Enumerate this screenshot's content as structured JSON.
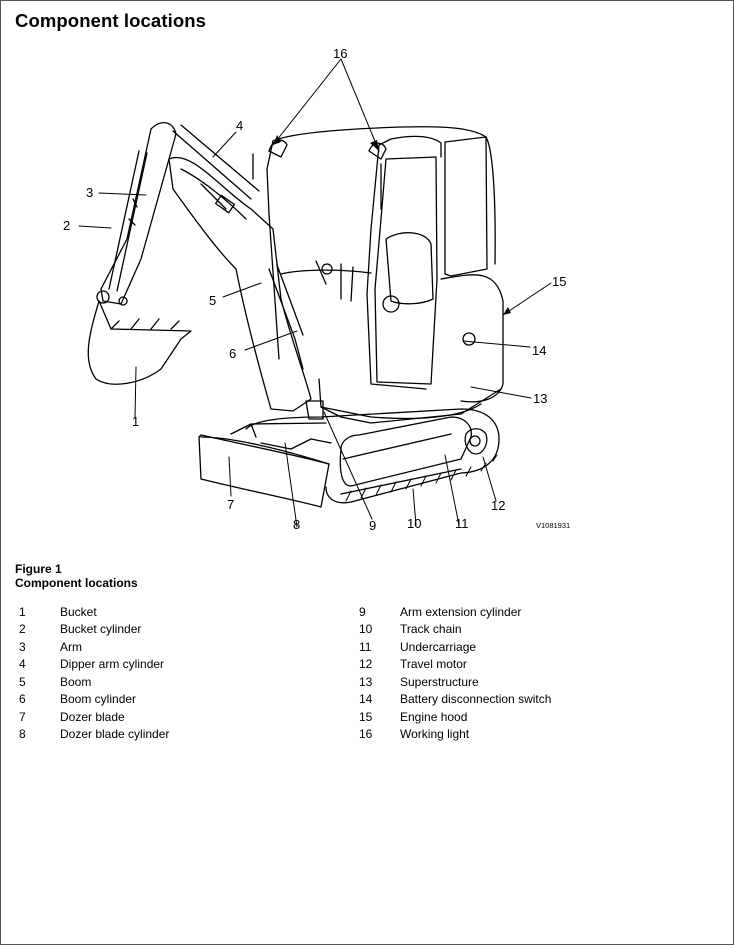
{
  "page": {
    "title": "Component locations"
  },
  "figure": {
    "code": "V1081931",
    "callouts": [
      "1",
      "2",
      "3",
      "4",
      "5",
      "6",
      "7",
      "8",
      "9",
      "10",
      "11",
      "12",
      "13",
      "14",
      "15",
      "16"
    ]
  },
  "caption": {
    "label": "Figure 1",
    "title": "Component locations"
  },
  "legend": {
    "left": [
      {
        "num": "1",
        "label": "Bucket"
      },
      {
        "num": "2",
        "label": "Bucket cylinder"
      },
      {
        "num": "3",
        "label": "Arm"
      },
      {
        "num": "4",
        "label": "Dipper arm cylinder"
      },
      {
        "num": "5",
        "label": "Boom"
      },
      {
        "num": "6",
        "label": "Boom cylinder"
      },
      {
        "num": "7",
        "label": "Dozer blade"
      },
      {
        "num": "8",
        "label": "Dozer blade cylinder"
      }
    ],
    "right": [
      {
        "num": "9",
        "label": "Arm extension cylinder"
      },
      {
        "num": "10",
        "label": "Track chain"
      },
      {
        "num": "11",
        "label": "Undercarriage"
      },
      {
        "num": "12",
        "label": "Travel motor"
      },
      {
        "num": "13",
        "label": "Superstructure"
      },
      {
        "num": "14",
        "label": "Battery disconnection switch"
      },
      {
        "num": "15",
        "label": "Engine hood"
      },
      {
        "num": "16",
        "label": "Working light"
      }
    ]
  }
}
